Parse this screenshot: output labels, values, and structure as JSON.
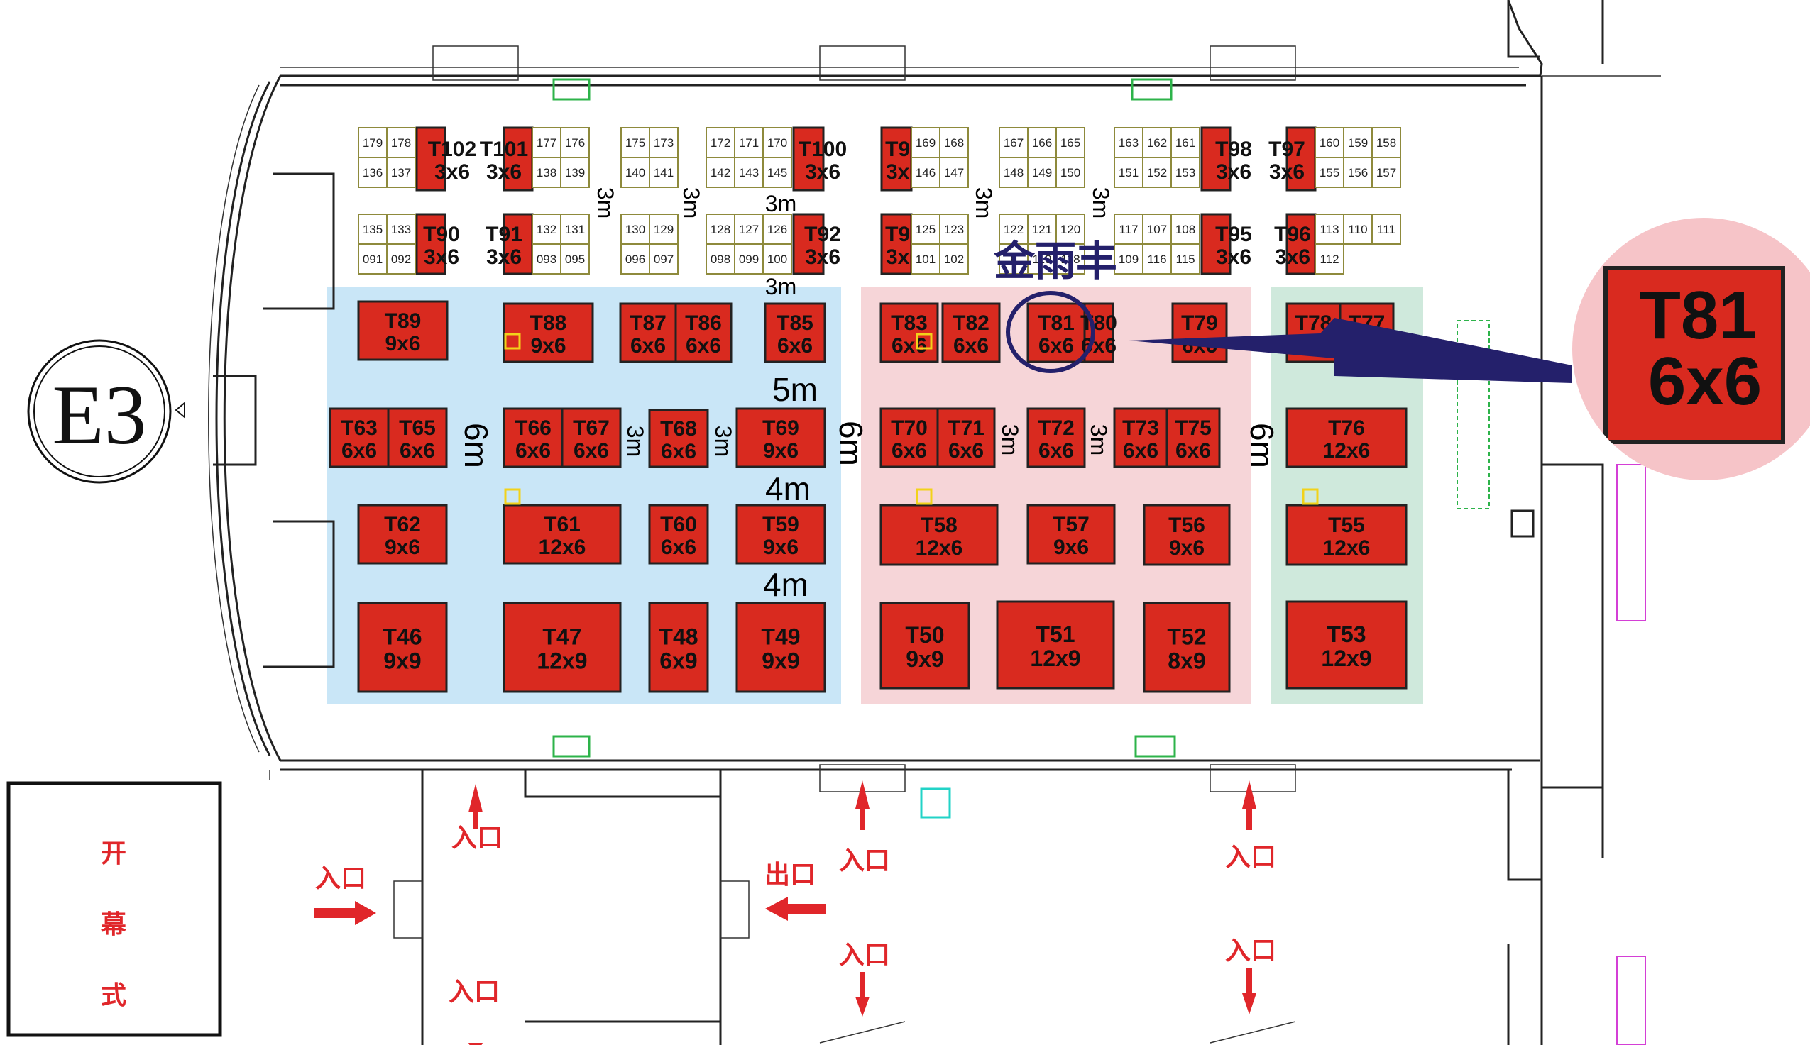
{
  "hall": {
    "id": "E3"
  },
  "ceremony": {
    "label": "开幕式"
  },
  "highlight": {
    "company": "金雨丰",
    "booth_id": "T81",
    "booth_size": "6x6"
  },
  "spacing": {
    "top_row": [
      "3m",
      "3m",
      "3m",
      "3m",
      "3m"
    ],
    "mid": [
      "5m",
      "4m",
      "4m",
      "6m",
      "6m",
      "6m",
      "3m",
      "3m",
      "3m",
      "3m"
    ]
  },
  "entrances": [
    {
      "key": "e1",
      "label": "入口"
    },
    {
      "key": "e2",
      "label": "入口"
    },
    {
      "key": "e3",
      "label": "入口"
    },
    {
      "key": "e4",
      "label": "入口"
    },
    {
      "key": "e5",
      "label": "入口"
    },
    {
      "key": "e6",
      "label": "入口"
    },
    {
      "key": "e7",
      "label": "入口"
    },
    {
      "key": "x1",
      "label": "出口"
    }
  ],
  "booths": [
    {
      "id": "T89",
      "size": "9x6"
    },
    {
      "id": "T88",
      "size": "9x6"
    },
    {
      "id": "T87",
      "size": "6x6"
    },
    {
      "id": "T86",
      "size": "6x6"
    },
    {
      "id": "T85",
      "size": "6x6"
    },
    {
      "id": "T83",
      "size": "6x6"
    },
    {
      "id": "T82",
      "size": "6x6"
    },
    {
      "id": "T81",
      "size": "6x6"
    },
    {
      "id": "T80",
      "size": "6x6"
    },
    {
      "id": "T79",
      "size": "6x6"
    },
    {
      "id": "T78",
      "size": "6x6"
    },
    {
      "id": "T77",
      "size": "6x6"
    },
    {
      "id": "T63",
      "size": "6x6"
    },
    {
      "id": "T65",
      "size": "6x6"
    },
    {
      "id": "T66",
      "size": "6x6"
    },
    {
      "id": "T67",
      "size": "6x6"
    },
    {
      "id": "T68",
      "size": "6x6"
    },
    {
      "id": "T69",
      "size": "9x6"
    },
    {
      "id": "T70",
      "size": "6x6"
    },
    {
      "id": "T71",
      "size": "6x6"
    },
    {
      "id": "T72",
      "size": "6x6"
    },
    {
      "id": "T73",
      "size": "6x6"
    },
    {
      "id": "T75",
      "size": "6x6"
    },
    {
      "id": "T76",
      "size": "12x6"
    },
    {
      "id": "T62",
      "size": "9x6"
    },
    {
      "id": "T61",
      "size": "12x6"
    },
    {
      "id": "T60",
      "size": "6x6"
    },
    {
      "id": "T59",
      "size": "9x6"
    },
    {
      "id": "T58",
      "size": "12x6"
    },
    {
      "id": "T57",
      "size": "9x6"
    },
    {
      "id": "T56",
      "size": "9x6"
    },
    {
      "id": "T55",
      "size": "12x6"
    },
    {
      "id": "T46",
      "size": "9x9"
    },
    {
      "id": "T47",
      "size": "12x9"
    },
    {
      "id": "T48",
      "size": "6x9"
    },
    {
      "id": "T49",
      "size": "9x9"
    },
    {
      "id": "T50",
      "size": "9x9"
    },
    {
      "id": "T51",
      "size": "12x9"
    },
    {
      "id": "T52",
      "size": "8x9"
    },
    {
      "id": "T53",
      "size": "12x9"
    },
    {
      "id": "T102",
      "size": "3x6"
    },
    {
      "id": "T101",
      "size": "3x6"
    },
    {
      "id": "T100",
      "size": "3x6"
    },
    {
      "id": "T99",
      "size": "3x6"
    },
    {
      "id": "T98",
      "size": "3x6"
    },
    {
      "id": "T97",
      "size": "3x6"
    },
    {
      "id": "T90",
      "size": "3x6"
    },
    {
      "id": "T91",
      "size": "3x6"
    },
    {
      "id": "T92",
      "size": "3x6"
    },
    {
      "id": "T93",
      "size": "3x6"
    },
    {
      "id": "T95",
      "size": "3x6"
    },
    {
      "id": "T96",
      "size": "3x6"
    }
  ],
  "small_booths": [
    "179",
    "178",
    "136",
    "137",
    "177",
    "176",
    "138",
    "139",
    "175",
    "173",
    "140",
    "141",
    "172",
    "171",
    "170",
    "142",
    "143",
    "145",
    "169",
    "168",
    "146",
    "147",
    "167",
    "166",
    "165",
    "148",
    "149",
    "150",
    "163",
    "162",
    "161",
    "151",
    "152",
    "153",
    "160",
    "159",
    "158",
    "155",
    "156",
    "157",
    "135",
    "133",
    "091",
    "092",
    "132",
    "131",
    "093",
    "095",
    "130",
    "129",
    "096",
    "097",
    "128",
    "127",
    "126",
    "098",
    "099",
    "100",
    "125",
    "123",
    "101",
    "102",
    "122",
    "121",
    "120",
    "6",
    "119",
    "118",
    "117",
    "107",
    "108",
    "109",
    "116",
    "115",
    "113",
    "110",
    "111",
    "112"
  ],
  "colors": {
    "booth_red": "#d92a1f",
    "zone_blue": "#c9e6f7",
    "zone_pink": "#f6d5d8",
    "zone_green": "#cfe9dc",
    "accent_navy": "#24206b",
    "entrance_red": "#e0262a",
    "small_booth_border": "#8e8a3c"
  }
}
